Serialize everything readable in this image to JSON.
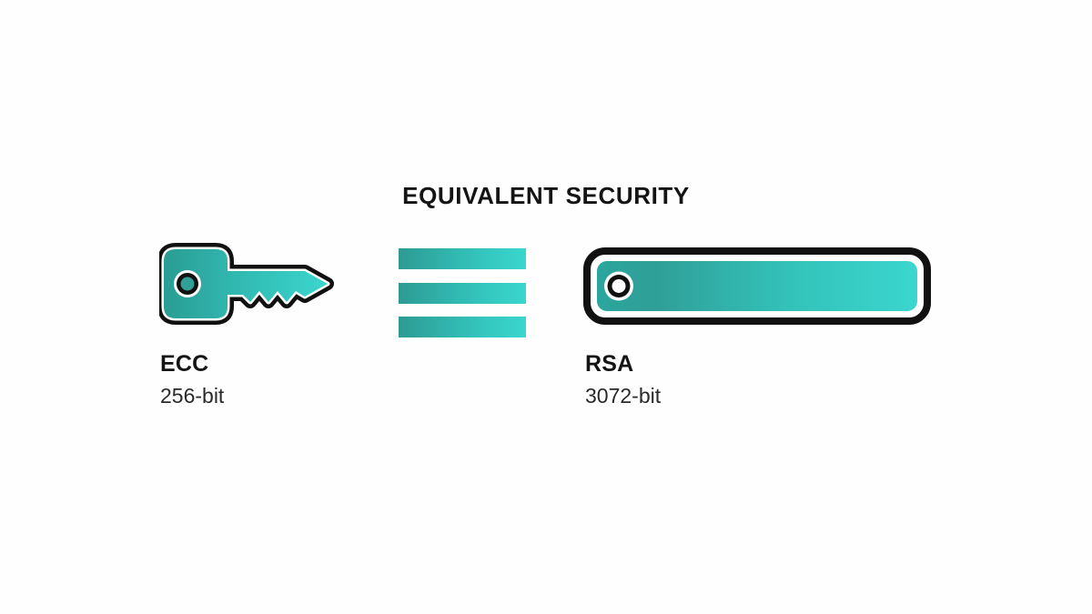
{
  "heading": {
    "title": "EQUIVALENT SECURITY"
  },
  "comparison": {
    "left": {
      "icon": "key-icon",
      "algorithm": "ECC",
      "key_size": "256-bit"
    },
    "separator": {
      "icon": "equals-bars-icon",
      "bar_count": 3,
      "meaning": "equivalent"
    },
    "right": {
      "icon": "long-key-icon",
      "algorithm": "RSA",
      "key_size": "3072-bit"
    }
  },
  "colors": {
    "background": "#fefefe",
    "text": "#141414",
    "text_secondary": "#2a2a2a",
    "outline": "#111111",
    "teal_dark": "#2a9d93",
    "teal_mid": "#2fb7ae",
    "teal_light": "#3ad6ce"
  }
}
